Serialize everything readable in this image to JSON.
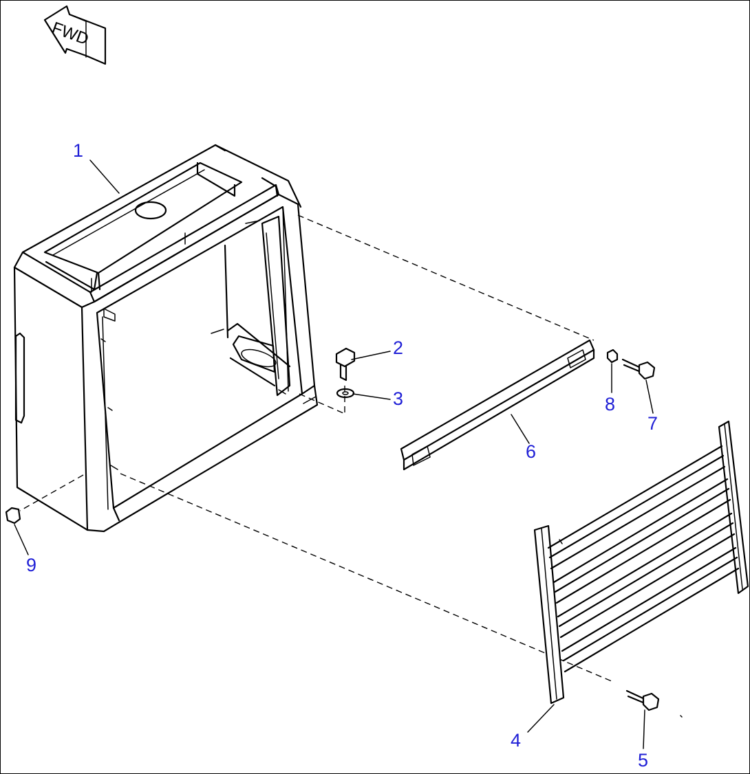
{
  "direction_label": "FWD",
  "callout_color": "#1f1fd6",
  "callouts": [
    "1",
    "2",
    "3",
    "4",
    "5",
    "6",
    "7",
    "8",
    "9"
  ]
}
